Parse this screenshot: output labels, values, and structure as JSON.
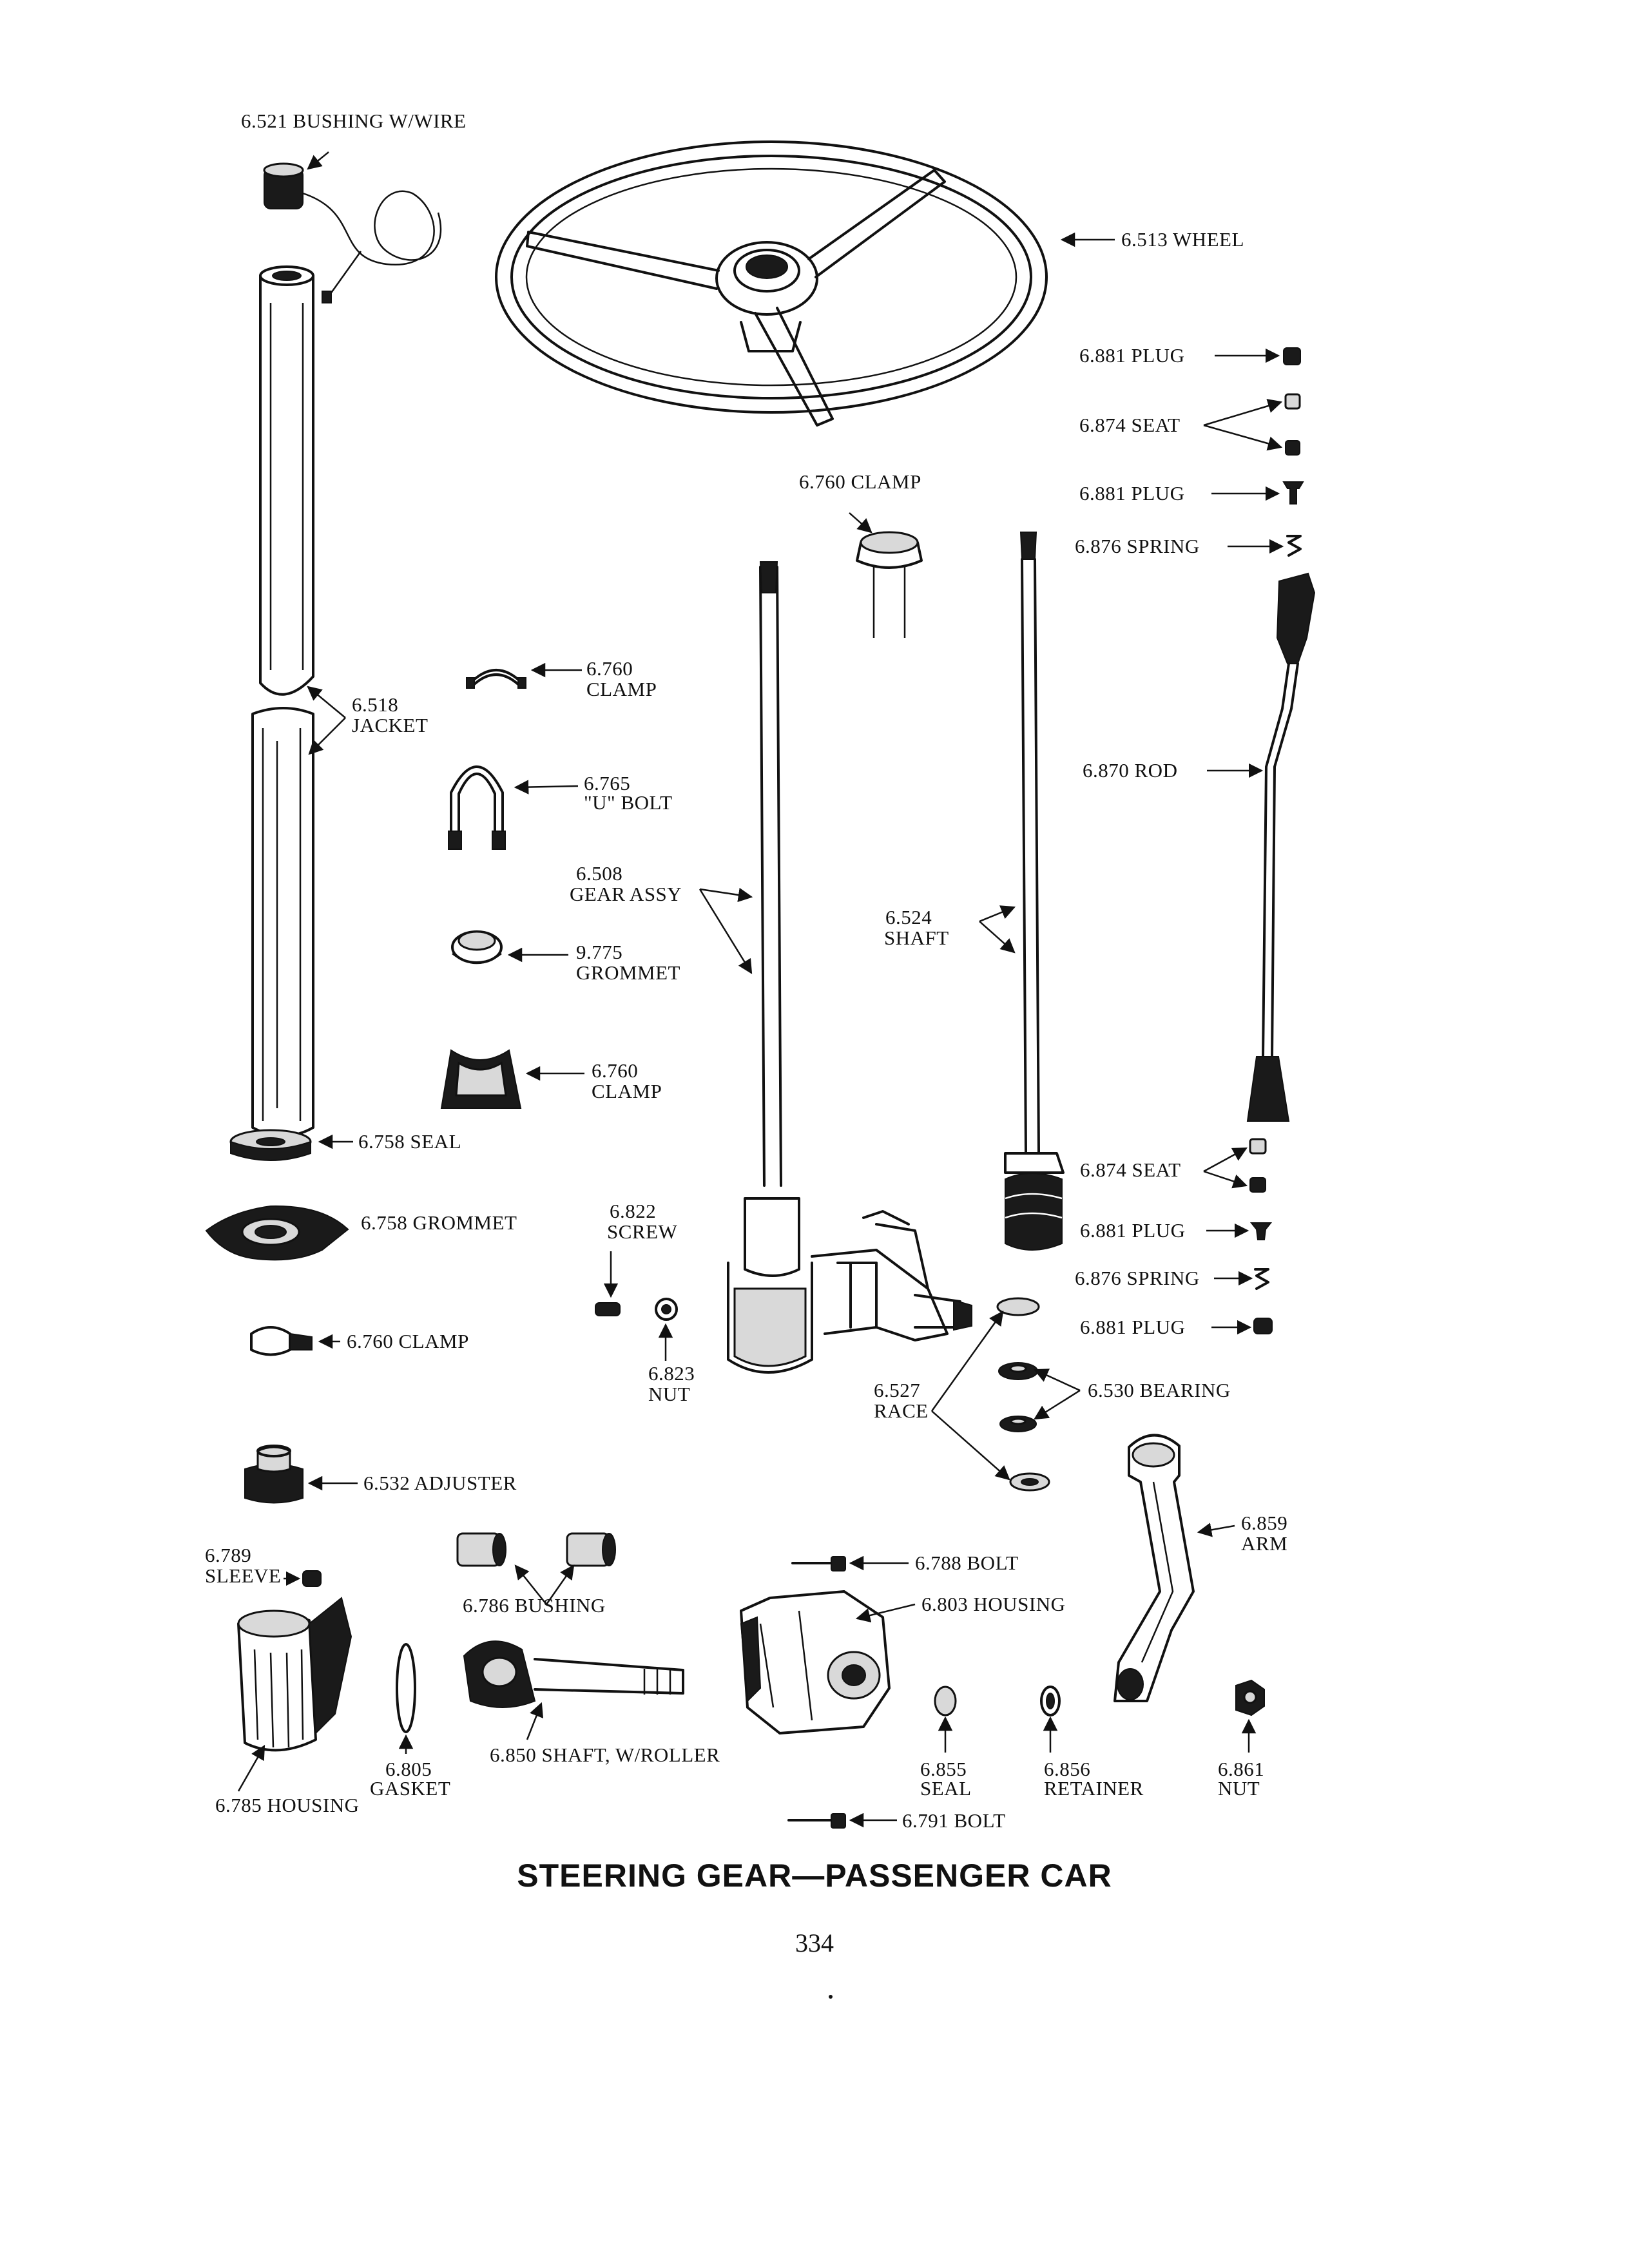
{
  "title": "STEERING GEAR—PASSENGER CAR",
  "page_number": "334",
  "labels": {
    "bushing_wire": "6.521 BUSHING W/WIRE",
    "wheel": "6.513 WHEEL",
    "plug_1": "6.881 PLUG",
    "seat_1": "6.874 SEAT",
    "plug_2": "6.881 PLUG",
    "spring_1": "6.876 SPRING",
    "clamp_top": "6.760 CLAMP",
    "clamp_ring_no": "6.760",
    "clamp_ring_name": "CLAMP",
    "jacket_no": "6.518",
    "jacket_name": "JACKET",
    "u_bolt_no": "6.765",
    "u_bolt_name": "\"U\" BOLT",
    "rod": "6.870 ROD",
    "gear_assy_no": "6.508",
    "gear_assy_name": "GEAR ASSY",
    "shaft_no": "6.524",
    "shaft_name": "SHAFT",
    "grommet_975_no": "9.775",
    "grommet_975_name": "GROMMET",
    "clamp_block_no": "6.760",
    "clamp_block_name": "CLAMP",
    "seal_758": "6.758 SEAL",
    "grommet_758": "6.758 GROMMET",
    "screw_no": "6.822",
    "screw_name": "SCREW",
    "seat_2": "6.874 SEAT",
    "plug_3": "6.881 PLUG",
    "spring_2": "6.876 SPRING",
    "plug_4": "6.881 PLUG",
    "clamp_760": "6.760 CLAMP",
    "nut_823_no": "6.823",
    "nut_823_name": "NUT",
    "race_no": "6.527",
    "race_name": "RACE",
    "bearing": "6.530 BEARING",
    "adjuster": "6.532 ADJUSTER",
    "arm_no": "6.859",
    "arm_name": "ARM",
    "sleeve_no": "6.789",
    "sleeve_name": "SLEEVE",
    "bolt_788": "6.788 BOLT",
    "bushing_786": "6.786 BUSHING",
    "housing_803": "6.803 HOUSING",
    "gasket_no": "6.805",
    "gasket_name": "GASKET",
    "shaft_roller": "6.850 SHAFT, W/ROLLER",
    "seal_855_no": "6.855",
    "seal_855_name": "SEAL",
    "retainer_no": "6.856",
    "retainer_name": "RETAINER",
    "nut_861_no": "6.861",
    "nut_861_name": "NUT",
    "housing_785": "6.785 HOUSING",
    "bolt_791": "6.791 BOLT"
  }
}
